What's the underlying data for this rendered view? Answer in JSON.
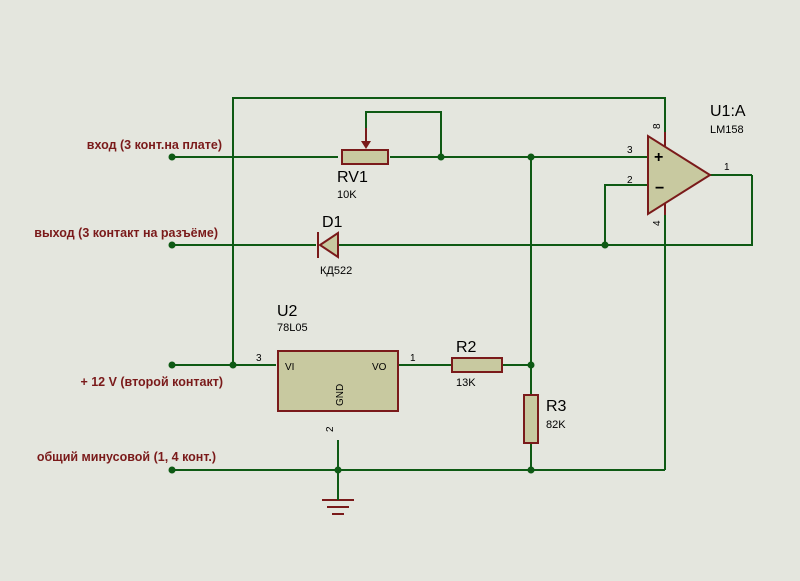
{
  "net_labels": {
    "input": "вход (3 конт.на плате)",
    "output": "выход (3 контакт на разъёме)",
    "supply": "+ 12 V (второй контакт)",
    "ground": "общий минусовой (1, 4 конт.)"
  },
  "components": {
    "rv1": {
      "ref": "RV1",
      "value": "10K"
    },
    "d1": {
      "ref": "D1",
      "value": "КД522"
    },
    "u2": {
      "ref": "U2",
      "value": "78L05",
      "pin_vi": "VI",
      "pin_vo": "VO",
      "pin_gnd": "GND",
      "pin_num_vi": "3",
      "pin_num_vo": "1",
      "pin_num_gnd": "2"
    },
    "r2": {
      "ref": "R2",
      "value": "13K"
    },
    "r3": {
      "ref": "R3",
      "value": "82K"
    },
    "u1a": {
      "ref": "U1:A",
      "value": "LM158",
      "pin_plus": "+",
      "pin_minus": "−",
      "pin_num_in_plus": "3",
      "pin_num_in_minus": "2",
      "pin_num_out": "1",
      "pin_num_vcc": "8",
      "pin_num_gnd": "4"
    }
  },
  "colors": {
    "wire": "#0e5a14",
    "component": "#7a1a1a",
    "component_fill": "#c8c9a0",
    "background": "#e4e6de"
  }
}
